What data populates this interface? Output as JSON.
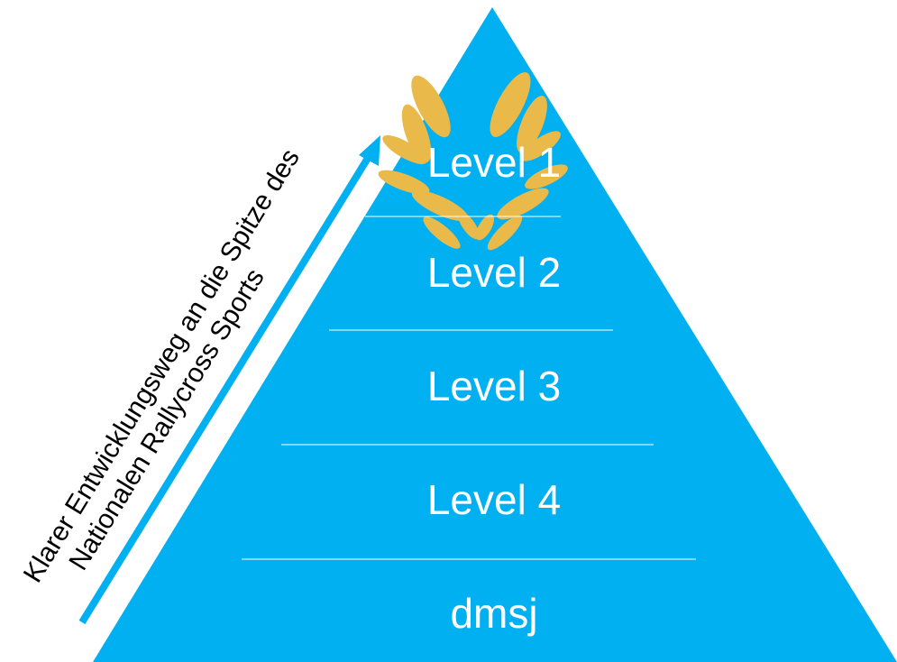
{
  "colors": {
    "pyramid": "#00b0f0",
    "divider": "#ffffff",
    "arrow": "#00b0f0",
    "laurel": "#e9b949",
    "label_text": "#ffffff",
    "caption_text": "#000000"
  },
  "pyramid": {
    "levels": [
      {
        "label": "Level 1"
      },
      {
        "label": "Level 2"
      },
      {
        "label": "Level 3"
      },
      {
        "label": "Level 4"
      },
      {
        "label": "dmsj"
      }
    ]
  },
  "caption": {
    "line1": "Klarer Entwicklungsweg an die Spitze des",
    "line2": "Nationalen Rallycross Sports"
  },
  "icons": {
    "laurel": "laurel-wreath-icon",
    "arrow": "up-right-arrow-icon"
  }
}
